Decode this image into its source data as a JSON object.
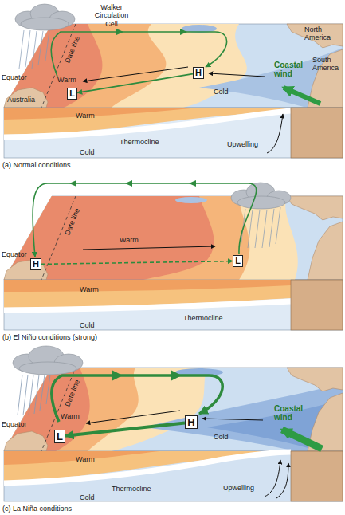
{
  "diagram": {
    "nodes": [
      {
        "text": [
          "L"
        ]
      },
      {
        "text": [
          "H"
        ]
      },
      {
        "text": [
          "H"
        ]
      },
      {
        "text": [
          "L"
        ]
      },
      {
        "text": [
          "L"
        ]
      },
      {
        "text": [
          "H"
        ]
      }
    ],
    "edges": [
      {
        "from": 1,
        "to": 0,
        "arrow": "to"
      },
      {
        "from": 2,
        "to": 3,
        "arrow": "to"
      },
      {
        "from": 5,
        "to": 4,
        "arrow": "to"
      }
    ],
    "labels": [
      "Walker Circulation Cell",
      "North America",
      "Equator",
      "Date line",
      "Warm",
      "Cold",
      "Coastal wind",
      "South America",
      "Australia",
      "Warm",
      "Thermocline",
      "Cold",
      "Upwelling",
      "(a) Normal conditions",
      "Equator",
      "Date line",
      "Warm",
      "Warm",
      "Thermocline",
      "Cold",
      "(b) El Niño conditions (strong)",
      "Equator",
      "Date line",
      "Warm",
      "Cold",
      "Coastal wind",
      "Warm",
      "Thermocline",
      "Cold",
      "Upwelling",
      "(c) La Niña conditions"
    ]
  }
}
